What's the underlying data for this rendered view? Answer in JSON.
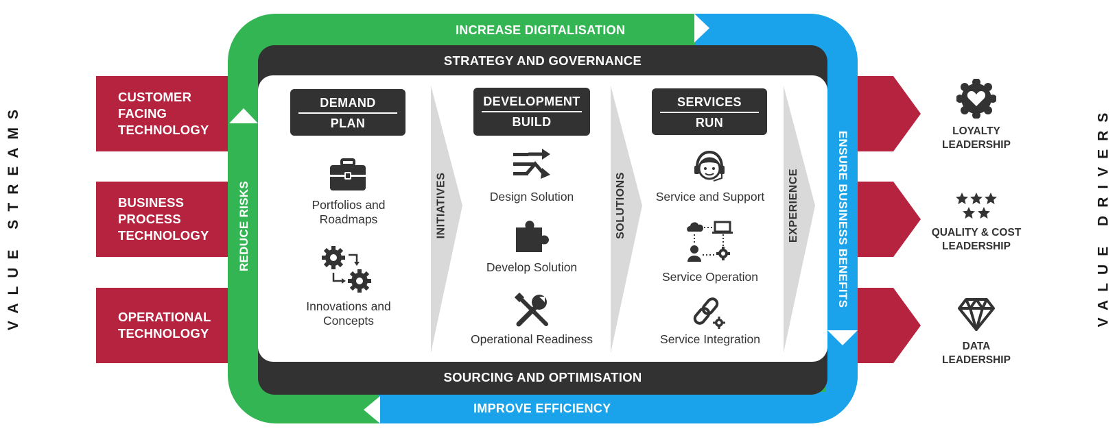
{
  "left_title": "VALUE STREAMS",
  "right_title": "VALUE DRIVERS",
  "streams": [
    {
      "line1": "CUSTOMER",
      "line2": "FACING",
      "line3": "TECHNOLOGY"
    },
    {
      "line1": "BUSINESS",
      "line2": "PROCESS",
      "line3": "TECHNOLOGY"
    },
    {
      "line1": "OPERATIONAL",
      "line2": "TECHNOLOGY",
      "line3": ""
    }
  ],
  "loop": {
    "top": "INCREASE DIGITALISATION",
    "left": "REDUCE RISKS",
    "right": "ENSURE BUSINESS BENEFITS",
    "bottom": "IMPROVE EFFICIENCY"
  },
  "frame": {
    "top": "STRATEGY AND GOVERNANCE",
    "bottom": "SOURCING AND OPTIMISATION"
  },
  "phases": [
    {
      "title": "DEMAND",
      "subtitle": "PLAN"
    },
    {
      "title": "DEVELOPMENT",
      "subtitle": "BUILD"
    },
    {
      "title": "SERVICES",
      "subtitle": "RUN"
    }
  ],
  "plan_items": [
    {
      "line1": "Portfolios and",
      "line2": "Roadmaps",
      "icon": "briefcase-icon"
    },
    {
      "line1": "Innovations and",
      "line2": "Concepts",
      "icon": "gears-icon"
    }
  ],
  "build_items": [
    {
      "label": "Design Solution",
      "icon": "shuffle-arrows-icon"
    },
    {
      "label": "Develop Solution",
      "icon": "puzzle-icon"
    },
    {
      "label": "Operational Readiness",
      "icon": "tools-icon"
    }
  ],
  "run_items": [
    {
      "label": "Service and Support",
      "icon": "headset-agent-icon"
    },
    {
      "label": "Service Operation",
      "icon": "network-icon"
    },
    {
      "label": "Service Integration",
      "icon": "link-gear-icon"
    }
  ],
  "chevrons": [
    "INITIATIVES",
    "SOLUTIONS",
    "EXPERIENCE"
  ],
  "drivers": [
    {
      "line1": "LOYALTY",
      "line2": "LEADERSHIP",
      "icon": "heart-badge-icon"
    },
    {
      "line1": "QUALITY & COST",
      "line2": "LEADERSHIP",
      "icon": "stars-icon"
    },
    {
      "line1": "DATA",
      "line2": "LEADERSHIP",
      "icon": "diamond-icon"
    }
  ],
  "colors": {
    "stream_red": "#b5233f",
    "loop_green": "#33b554",
    "loop_blue": "#1aa3ea",
    "frame_dark": "#323232"
  }
}
